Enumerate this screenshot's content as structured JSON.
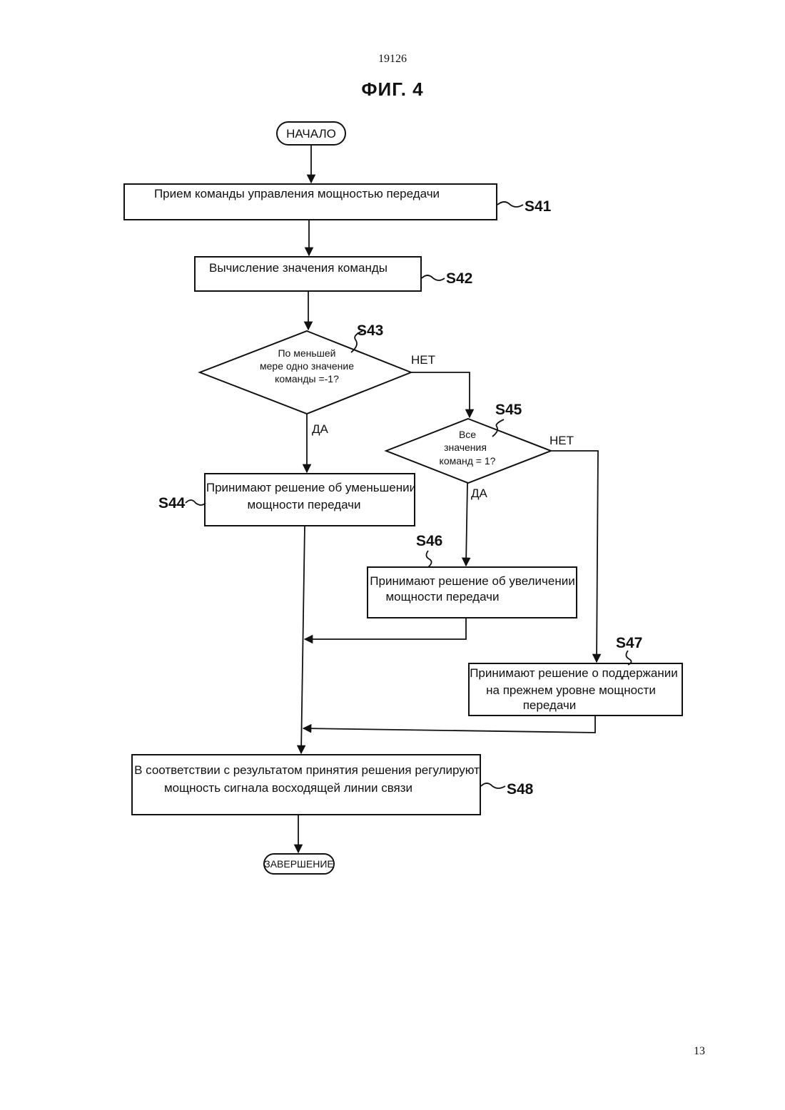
{
  "header": {
    "doc_number": "19126",
    "figure_title": "ФИГ. 4"
  },
  "footer": {
    "page_number": "13"
  },
  "flowchart": {
    "start": "НАЧАЛО",
    "end": "ЗАВЕРШЕНИЕ",
    "yes": "ДА",
    "no": "НЕТ",
    "steps": {
      "s41": {
        "id": "S41",
        "lines": [
          "Прием команды управления мощностью передачи"
        ]
      },
      "s42": {
        "id": "S42",
        "lines": [
          "Вычисление значения команды"
        ]
      },
      "s43": {
        "id": "S43",
        "lines": [
          "По меньшей",
          "мере одно значение",
          "команды =-1?"
        ]
      },
      "s44": {
        "id": "S44",
        "lines": [
          "Принимают решение об уменьшении",
          "мощности передачи"
        ]
      },
      "s45": {
        "id": "S45",
        "lines": [
          "Все",
          "значения",
          "команд = 1?"
        ]
      },
      "s46": {
        "id": "S46",
        "lines": [
          "Принимают решение об увеличении",
          "мощности  передачи"
        ]
      },
      "s47": {
        "id": "S47",
        "lines": [
          "Принимают решение о поддержании",
          "на прежнем уровне мощности",
          "передачи"
        ]
      },
      "s48": {
        "id": "S48",
        "lines": [
          "В соответствии с результатом принятия решения регулируют",
          "мощность сигнала восходящей линии  связи"
        ]
      }
    }
  }
}
